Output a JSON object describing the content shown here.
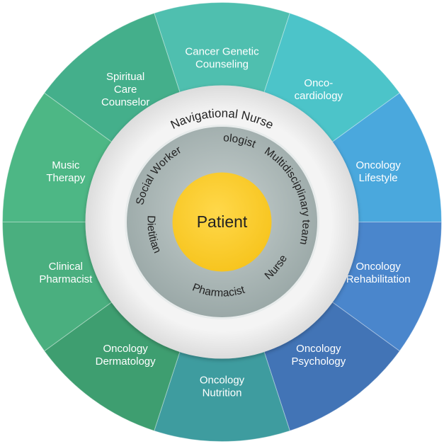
{
  "center": {
    "label": "Patient"
  },
  "middle_ring": {
    "label": "Navigational Nurse"
  },
  "inner_ring": {
    "labels": [
      "Psychologist",
      "Multidisciplinary team",
      "Nurse",
      "Pharmacist",
      "Dietitian",
      "Social Worker"
    ]
  },
  "outer_segments": [
    {
      "lines": [
        "Cancer Genetic",
        "Counseling"
      ],
      "color": "#4FBFAF"
    },
    {
      "lines": [
        "Onco-",
        "cardiology"
      ],
      "color": "#4CC4C9"
    },
    {
      "lines": [
        "Oncology",
        "Lifestyle"
      ],
      "color": "#4AA8DD"
    },
    {
      "lines": [
        "Oncology",
        "Rehabilitation"
      ],
      "color": "#4A86CC"
    },
    {
      "lines": [
        "Oncology",
        "Psychology"
      ],
      "color": "#4274B6"
    },
    {
      "lines": [
        "Oncology",
        "Nutrition"
      ],
      "color": "#3E9C9F"
    },
    {
      "lines": [
        "Oncology",
        "Dermatology"
      ],
      "color": "#3E9E70"
    },
    {
      "lines": [
        "Clinical",
        "Pharmacist"
      ],
      "color": "#4AAF7F"
    },
    {
      "lines": [
        "Music",
        "Therapy"
      ],
      "color": "#4DB785"
    },
    {
      "lines": [
        "Spiritual",
        "Care",
        "Counselor"
      ],
      "color": "#44AF8B"
    }
  ]
}
